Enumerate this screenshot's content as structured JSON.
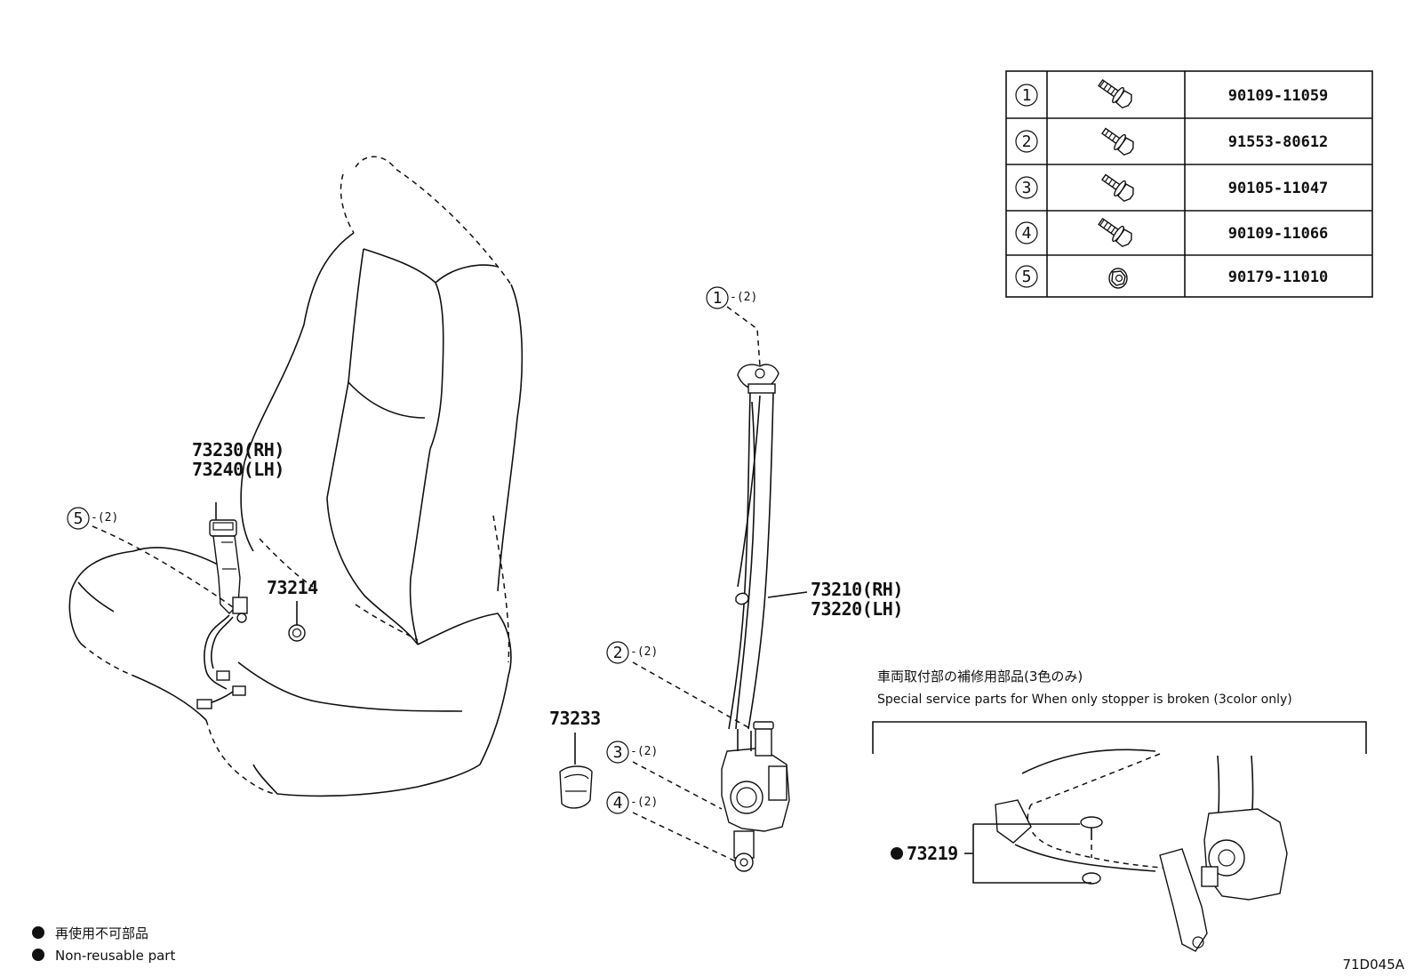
{
  "fastener_table": [
    {
      "ref": "1",
      "part_no": "90109-11059",
      "icon": "flange-bolt-icon"
    },
    {
      "ref": "2",
      "part_no": "91553-80612",
      "icon": "flange-bolt-icon"
    },
    {
      "ref": "3",
      "part_no": "90105-11047",
      "icon": "flange-bolt-icon"
    },
    {
      "ref": "4",
      "part_no": "90109-11066",
      "icon": "flange-bolt-icon"
    },
    {
      "ref": "5",
      "part_no": "90179-11010",
      "icon": "flange-nut-icon"
    }
  ],
  "callouts": {
    "c1": {
      "ref": "1",
      "qty": "-(2)"
    },
    "c2": {
      "ref": "2",
      "qty": "-(2)"
    },
    "c3": {
      "ref": "3",
      "qty": "-(2)"
    },
    "c4": {
      "ref": "4",
      "qty": "-(2)"
    },
    "c5": {
      "ref": "5",
      "qty": "-(2)"
    }
  },
  "labels": {
    "buckle_rh": "73230(RH)",
    "buckle_lh": "73240(LH)",
    "p73214": "73214",
    "belt_rh": "73210(RH)",
    "belt_lh": "73220(LH)",
    "p73233": "73233",
    "p73219": "73219"
  },
  "service_box": {
    "title_jp": "車両取付部の補修用部品(3色のみ)",
    "title_en": "Special service parts for When only stopper is broken (3color only)"
  },
  "legend": {
    "jp": "再使用不可部品",
    "en": "Non-reusable part"
  },
  "diagram_code": "71D045A"
}
